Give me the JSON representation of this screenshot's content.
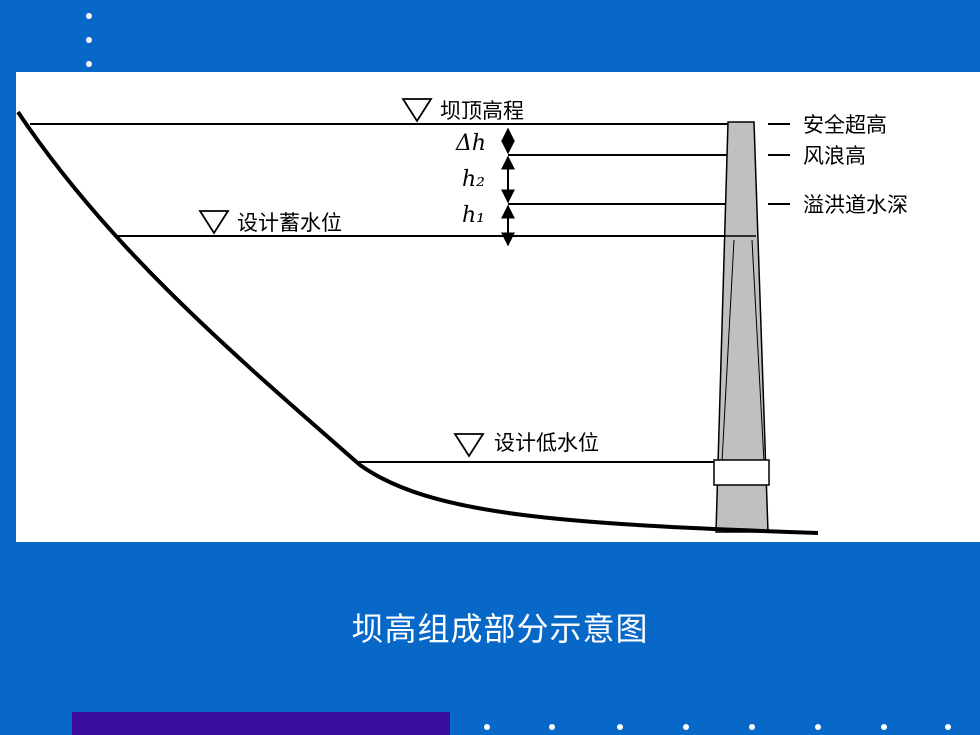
{
  "slide": {
    "caption": "坝高组成部分示意图",
    "background_color": "#0868C8",
    "accent_color": "#3A0D9C"
  },
  "diagram": {
    "levels": {
      "crest": "坝顶高程",
      "normal_storage": "设计蓄水位",
      "dead_storage": "设计低水位"
    },
    "symbols": {
      "delta_h": "Δh",
      "h2": "h₂",
      "h1": "h₁"
    },
    "right_labels": {
      "freeboard": "安全超高",
      "wave_height": "风浪高",
      "spillway_depth": "溢洪道水深"
    }
  }
}
